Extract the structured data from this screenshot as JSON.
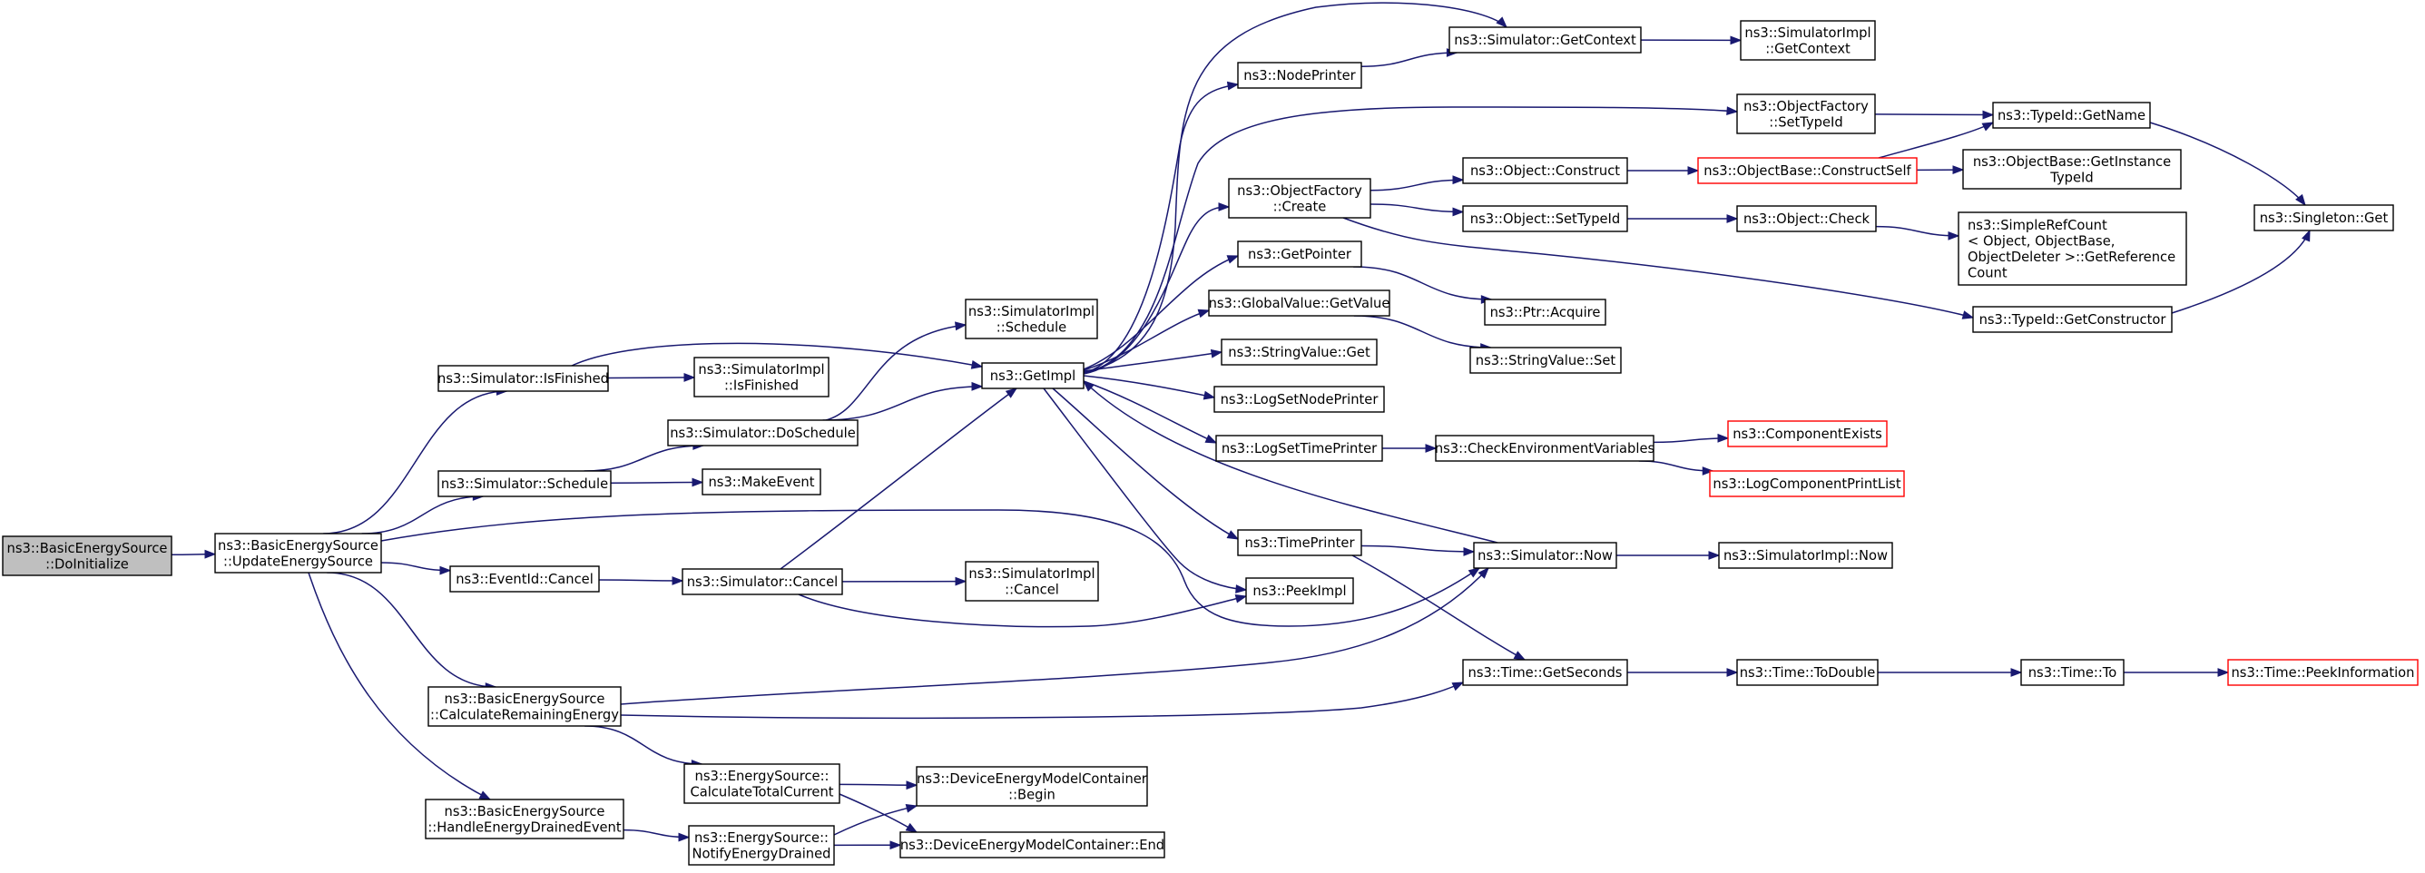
{
  "colors": {
    "edge": "#191970",
    "box_border": "#000000",
    "incomplete_border": "#ff0000",
    "root_fill": "#bfbfbf"
  },
  "nodes": [
    {
      "id": "doinit",
      "lines": [
        "ns3::BasicEnergySource",
        "::DoInitialize"
      ]
    },
    {
      "id": "update",
      "lines": [
        "ns3::BasicEnergySource",
        "::UpdateEnergySource"
      ]
    },
    {
      "id": "isfinished",
      "lines": [
        "ns3::Simulator::IsFinished"
      ]
    },
    {
      "id": "schedule",
      "lines": [
        "ns3::Simulator::Schedule"
      ]
    },
    {
      "id": "eventcancel",
      "lines": [
        "ns3::EventId::Cancel"
      ]
    },
    {
      "id": "calcremaining",
      "lines": [
        "ns3::BasicEnergySource",
        "::CalculateRemainingEnergy"
      ]
    },
    {
      "id": "handledrained",
      "lines": [
        "ns3::BasicEnergySource",
        "::HandleEnergyDrainedEvent"
      ]
    },
    {
      "id": "impl_isfinished",
      "lines": [
        "ns3::SimulatorImpl",
        "::IsFinished"
      ]
    },
    {
      "id": "doschedule",
      "lines": [
        "ns3::Simulator::DoSchedule"
      ]
    },
    {
      "id": "makeevent",
      "lines": [
        "ns3::MakeEvent"
      ]
    },
    {
      "id": "simcancel",
      "lines": [
        "ns3::Simulator::Cancel"
      ]
    },
    {
      "id": "calctotal",
      "lines": [
        "ns3::EnergySource::",
        "CalculateTotalCurrent"
      ]
    },
    {
      "id": "notifydrained",
      "lines": [
        "ns3::EnergySource::",
        "NotifyEnergyDrained"
      ]
    },
    {
      "id": "impl_schedule",
      "lines": [
        "ns3::SimulatorImpl",
        "::Schedule"
      ]
    },
    {
      "id": "getimpl",
      "lines": [
        "ns3::GetImpl"
      ]
    },
    {
      "id": "impl_cancel",
      "lines": [
        "ns3::SimulatorImpl",
        "::Cancel"
      ]
    },
    {
      "id": "begin",
      "lines": [
        "ns3::DeviceEnergyModelContainer",
        "::Begin"
      ]
    },
    {
      "id": "end",
      "lines": [
        "ns3::DeviceEnergyModelContainer::End"
      ]
    },
    {
      "id": "nodeprinter",
      "lines": [
        "ns3::NodePrinter"
      ]
    },
    {
      "id": "ofcreate",
      "lines": [
        "ns3::ObjectFactory",
        "::Create"
      ]
    },
    {
      "id": "getpointer",
      "lines": [
        "ns3::GetPointer"
      ]
    },
    {
      "id": "gvgetvalue",
      "lines": [
        "ns3::GlobalValue::GetValue"
      ]
    },
    {
      "id": "svget",
      "lines": [
        "ns3::StringValue::Get"
      ]
    },
    {
      "id": "logsetnode",
      "lines": [
        "ns3::LogSetNodePrinter"
      ]
    },
    {
      "id": "logsettime",
      "lines": [
        "ns3::LogSetTimePrinter"
      ]
    },
    {
      "id": "timeprinter",
      "lines": [
        "ns3::TimePrinter"
      ]
    },
    {
      "id": "peekimpl",
      "lines": [
        "ns3::PeekImpl"
      ]
    },
    {
      "id": "getcontext",
      "lines": [
        "ns3::Simulator::GetContext"
      ]
    },
    {
      "id": "objconstruct",
      "lines": [
        "ns3::Object::Construct"
      ]
    },
    {
      "id": "objsettypeid",
      "lines": [
        "ns3::Object::SetTypeId"
      ]
    },
    {
      "id": "ptracquire",
      "lines": [
        "ns3::Ptr::Acquire"
      ]
    },
    {
      "id": "svset",
      "lines": [
        "ns3::StringValue::Set"
      ]
    },
    {
      "id": "checkenv",
      "lines": [
        "ns3::CheckEnvironmentVariables"
      ]
    },
    {
      "id": "simnow",
      "lines": [
        "ns3::Simulator::Now"
      ]
    },
    {
      "id": "getseconds",
      "lines": [
        "ns3::Time::GetSeconds"
      ]
    },
    {
      "id": "impl_getcontext",
      "lines": [
        "ns3::SimulatorImpl",
        "::GetContext"
      ]
    },
    {
      "id": "ofsettypeid",
      "lines": [
        "ns3::ObjectFactory",
        "::SetTypeId"
      ]
    },
    {
      "id": "constructself",
      "lines": [
        "ns3::ObjectBase::ConstructSelf"
      ],
      "incomplete": true
    },
    {
      "id": "objcheck",
      "lines": [
        "ns3::Object::Check"
      ]
    },
    {
      "id": "compexists",
      "lines": [
        "ns3::ComponentExists"
      ],
      "incomplete": true
    },
    {
      "id": "logcomplist",
      "lines": [
        "ns3::LogComponentPrintList"
      ],
      "incomplete": true
    },
    {
      "id": "impl_now",
      "lines": [
        "ns3::SimulatorImpl::Now"
      ]
    },
    {
      "id": "todouble",
      "lines": [
        "ns3::Time::ToDouble"
      ]
    },
    {
      "id": "tidgetname",
      "lines": [
        "ns3::TypeId::GetName"
      ]
    },
    {
      "id": "obgetinstance",
      "lines": [
        "ns3::ObjectBase::GetInstance",
        "TypeId"
      ]
    },
    {
      "id": "simplerefcount",
      "lines": [
        "ns3::SimpleRefCount",
        "< Object, ObjectBase,",
        "ObjectDeleter >::GetReference",
        "Count"
      ]
    },
    {
      "id": "tidgetconstructor",
      "lines": [
        "ns3::TypeId::GetConstructor"
      ]
    },
    {
      "id": "timeto",
      "lines": [
        "ns3::Time::To"
      ]
    },
    {
      "id": "singletonget",
      "lines": [
        "ns3::Singleton::Get"
      ]
    },
    {
      "id": "peekinfo",
      "lines": [
        "ns3::Time::PeekInformation"
      ],
      "incomplete": true
    }
  ],
  "edges": [
    [
      "doinit",
      "update"
    ],
    [
      "update",
      "isfinished"
    ],
    [
      "update",
      "schedule"
    ],
    [
      "update",
      "eventcancel"
    ],
    [
      "update",
      "simnow"
    ],
    [
      "update",
      "calcremaining"
    ],
    [
      "update",
      "handledrained"
    ],
    [
      "isfinished",
      "impl_isfinished"
    ],
    [
      "isfinished",
      "getimpl"
    ],
    [
      "schedule",
      "doschedule"
    ],
    [
      "schedule",
      "makeevent"
    ],
    [
      "doschedule",
      "impl_schedule"
    ],
    [
      "doschedule",
      "getimpl"
    ],
    [
      "eventcancel",
      "simcancel"
    ],
    [
      "simcancel",
      "getimpl"
    ],
    [
      "simcancel",
      "impl_cancel"
    ],
    [
      "simcancel",
      "peekimpl"
    ],
    [
      "calcremaining",
      "simnow"
    ],
    [
      "calcremaining",
      "getseconds"
    ],
    [
      "calcremaining",
      "calctotal"
    ],
    [
      "handledrained",
      "notifydrained"
    ],
    [
      "calctotal",
      "begin"
    ],
    [
      "calctotal",
      "end"
    ],
    [
      "notifydrained",
      "begin"
    ],
    [
      "notifydrained",
      "end"
    ],
    [
      "getimpl",
      "getcontext"
    ],
    [
      "getimpl",
      "nodeprinter"
    ],
    [
      "getimpl",
      "ofsettypeid"
    ],
    [
      "getimpl",
      "ofcreate"
    ],
    [
      "getimpl",
      "getpointer"
    ],
    [
      "getimpl",
      "gvgetvalue"
    ],
    [
      "getimpl",
      "svget"
    ],
    [
      "getimpl",
      "logsetnode"
    ],
    [
      "getimpl",
      "logsettime"
    ],
    [
      "getimpl",
      "timeprinter"
    ],
    [
      "getimpl",
      "peekimpl"
    ],
    [
      "simnow",
      "getimpl"
    ],
    [
      "nodeprinter",
      "getcontext"
    ],
    [
      "getcontext",
      "impl_getcontext"
    ],
    [
      "ofsettypeid",
      "tidgetname"
    ],
    [
      "ofcreate",
      "objconstruct"
    ],
    [
      "ofcreate",
      "objsettypeid"
    ],
    [
      "ofcreate",
      "tidgetconstructor"
    ],
    [
      "objconstruct",
      "constructself"
    ],
    [
      "constructself",
      "tidgetname"
    ],
    [
      "constructself",
      "obgetinstance"
    ],
    [
      "objsettypeid",
      "objcheck"
    ],
    [
      "objcheck",
      "simplerefcount"
    ],
    [
      "getpointer",
      "ptracquire"
    ],
    [
      "gvgetvalue",
      "svset"
    ],
    [
      "logsettime",
      "checkenv"
    ],
    [
      "checkenv",
      "compexists"
    ],
    [
      "checkenv",
      "logcomplist"
    ],
    [
      "timeprinter",
      "simnow"
    ],
    [
      "timeprinter",
      "getseconds"
    ],
    [
      "simnow",
      "impl_now"
    ],
    [
      "getseconds",
      "todouble"
    ],
    [
      "todouble",
      "timeto"
    ],
    [
      "timeto",
      "peekinfo"
    ],
    [
      "tidgetname",
      "singletonget"
    ],
    [
      "tidgetconstructor",
      "singletonget"
    ]
  ]
}
